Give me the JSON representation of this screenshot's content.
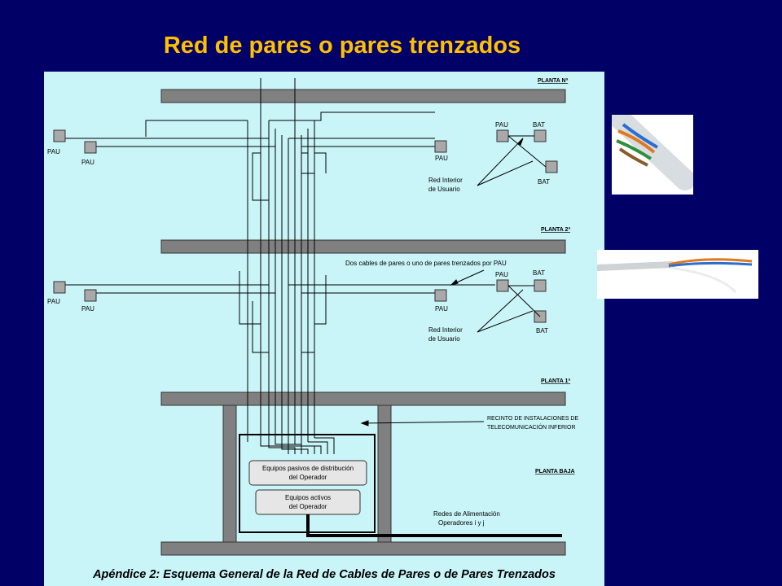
{
  "title": "Red de pares o pares trenzados",
  "floors": {
    "top": "PLANTA Nª",
    "second": "PLANTA 2ª",
    "first": "PLANTA 1ª",
    "ground": "PLANTA BAJA"
  },
  "labels": {
    "pau": "PAU",
    "bat": "BAT",
    "red_interior_1": "Red Interior",
    "red_interior_2": "de Usuario",
    "dos_cables": "Dos cables de pares o uno de pares trenzados por PAU",
    "recinto_1": "RECINTO DE INSTALACIONES DE",
    "recinto_2": "TELECOMUNICACIÓN INFERIOR",
    "pasivos_1": "Equipos pasivos de distribución",
    "pasivos_2": "del Operador",
    "activos_1": "Equipos activos",
    "activos_2": "del Operador",
    "redes_1": "Redes de Alimentación",
    "redes_2": "Operadores i y j"
  },
  "caption": "Apéndice 2: Esquema General de la Red de Cables de Pares o de Pares Trenzados",
  "colors": {
    "background": "#000066",
    "title": "#FFC000",
    "diagram_bg": "#C9F4F8",
    "beam": "#808080",
    "box": "#A9A9A9"
  }
}
